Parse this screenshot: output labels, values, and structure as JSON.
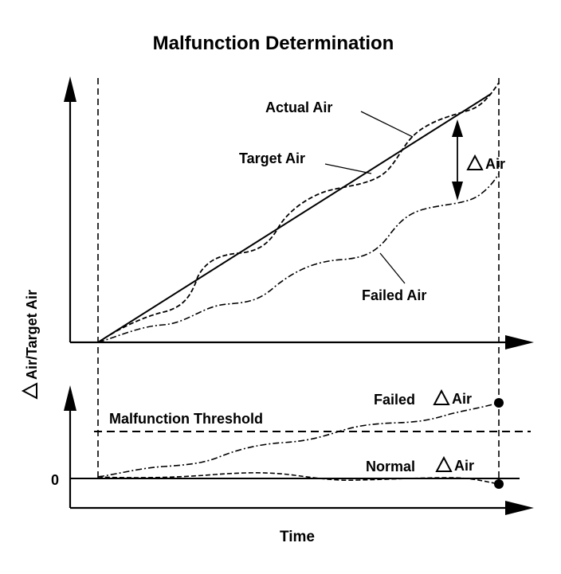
{
  "title": "Malfunction Determination",
  "labels": {
    "actual_air": "Actual Air",
    "target_air": "Target Air",
    "delta_air": "Air",
    "failed_air": "Failed Air",
    "failed_delta_air": "Air",
    "failed_delta_prefix": "Failed",
    "normal_delta_air": "Air",
    "normal_delta_prefix": "Normal",
    "malfunction_threshold": "Malfunction Threshold",
    "zero": "0",
    "y_axis": "Air/Target Air",
    "x_axis": "Time"
  },
  "colors": {
    "ink": "#000000",
    "background": "#ffffff"
  }
}
